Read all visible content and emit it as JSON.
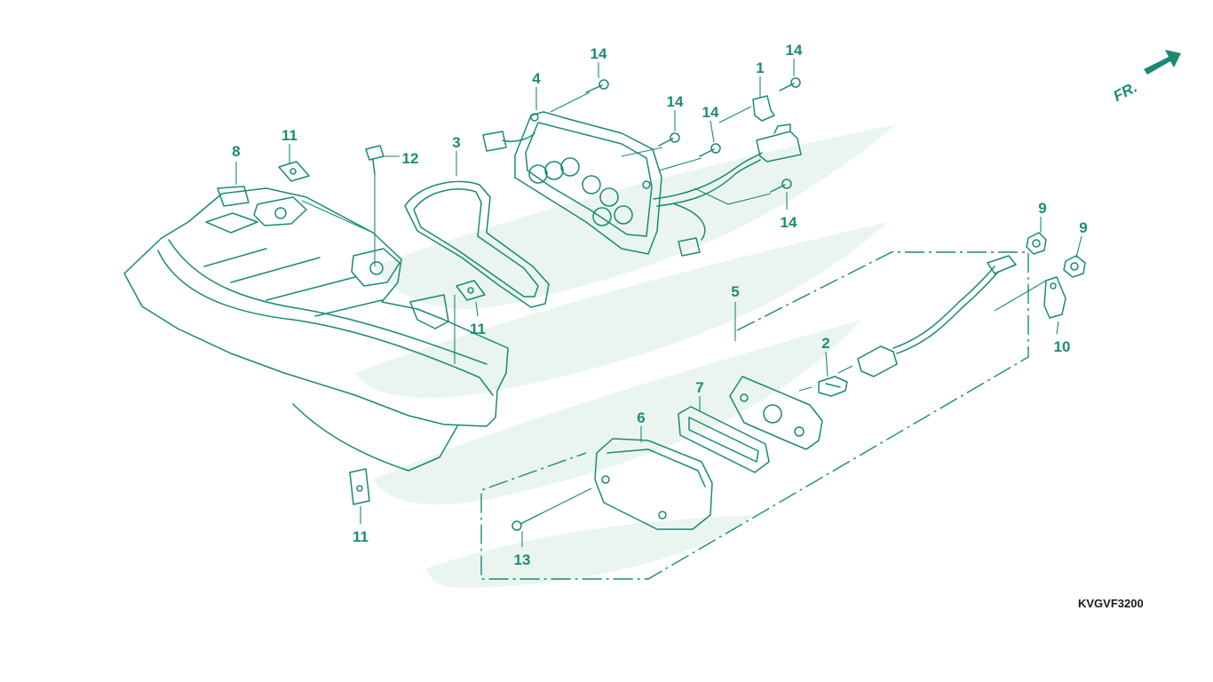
{
  "diagram": {
    "code": "KVGVF3200",
    "direction": "FR.",
    "colors": {
      "line": "#1a8a72",
      "text": "#1b8c74",
      "watermark": "#eaf5f0",
      "background": "#ffffff"
    },
    "callouts": [
      {
        "id": "c-1",
        "number": "1"
      },
      {
        "id": "c-2",
        "number": "2"
      },
      {
        "id": "c-3",
        "number": "3"
      },
      {
        "id": "c-4",
        "number": "4"
      },
      {
        "id": "c-5",
        "number": "5"
      },
      {
        "id": "c-6",
        "number": "6"
      },
      {
        "id": "c-7",
        "number": "7"
      },
      {
        "id": "c-8",
        "number": "8"
      },
      {
        "id": "c-9a",
        "number": "9"
      },
      {
        "id": "c-9b",
        "number": "9"
      },
      {
        "id": "c-10",
        "number": "10"
      },
      {
        "id": "c-11a",
        "number": "11"
      },
      {
        "id": "c-11b",
        "number": "11"
      },
      {
        "id": "c-11c",
        "number": "11"
      },
      {
        "id": "c-12",
        "number": "12"
      },
      {
        "id": "c-13",
        "number": "13"
      },
      {
        "id": "c-14a",
        "number": "14"
      },
      {
        "id": "c-14b",
        "number": "14"
      },
      {
        "id": "c-14c",
        "number": "14"
      },
      {
        "id": "c-14d",
        "number": "14"
      },
      {
        "id": "c-14e",
        "number": "14"
      }
    ]
  }
}
